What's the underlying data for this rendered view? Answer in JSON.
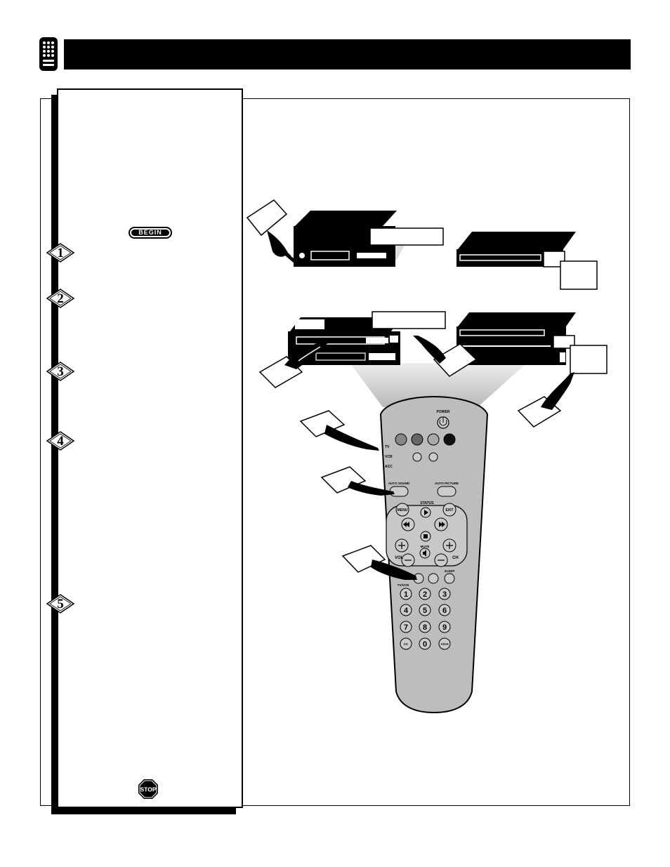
{
  "badges": {
    "begin": "BEGIN",
    "stop": "STOP"
  },
  "steps": [
    "1",
    "2",
    "3",
    "4",
    "5"
  ],
  "remote": {
    "power": "POWER",
    "mode_tv": "TV",
    "mode_vcr": "VCR",
    "mode_acc": "ACC",
    "auto_sound": "AUTO SOUND",
    "auto_picture": "AUTO PICTURE",
    "status": "STATUS",
    "menu": "MENU",
    "exit": "EXIT",
    "mute": "MUTE",
    "vol": "VOL",
    "ch": "CH",
    "sleep": "SLEEP",
    "tv_vcr": "TV/VCR",
    "cc": "CC",
    "ach": "A/CH",
    "digits": [
      "1",
      "2",
      "3",
      "4",
      "5",
      "6",
      "7",
      "8",
      "9",
      "0"
    ]
  }
}
